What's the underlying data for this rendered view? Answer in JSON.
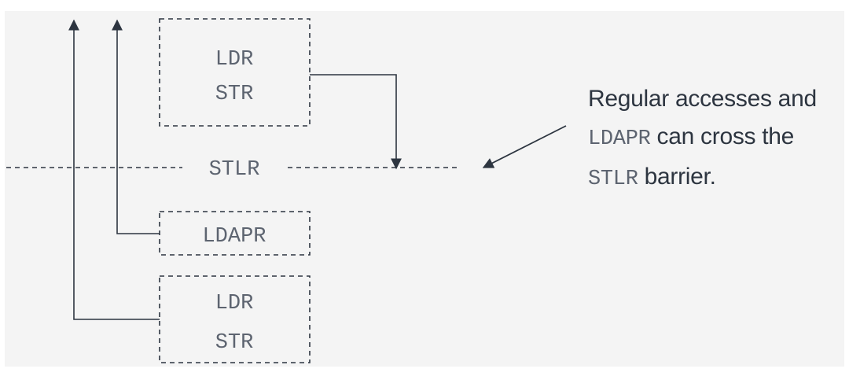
{
  "boxes": {
    "top": {
      "line1": "LDR",
      "line2": "STR"
    },
    "middle": {
      "line1": "LDAPR"
    },
    "bottom": {
      "line1": "LDR",
      "line2": "STR"
    }
  },
  "barrier": {
    "label": "STLR"
  },
  "caption": {
    "line1": "Regular accesses and",
    "line2_code": "LDAPR",
    "line2_text": " can cross the",
    "line3_code": "STLR",
    "line3_text": " barrier."
  },
  "colors": {
    "background": "#f4f4f4",
    "stroke": "#2d3540",
    "code_text": "#5d6470"
  }
}
